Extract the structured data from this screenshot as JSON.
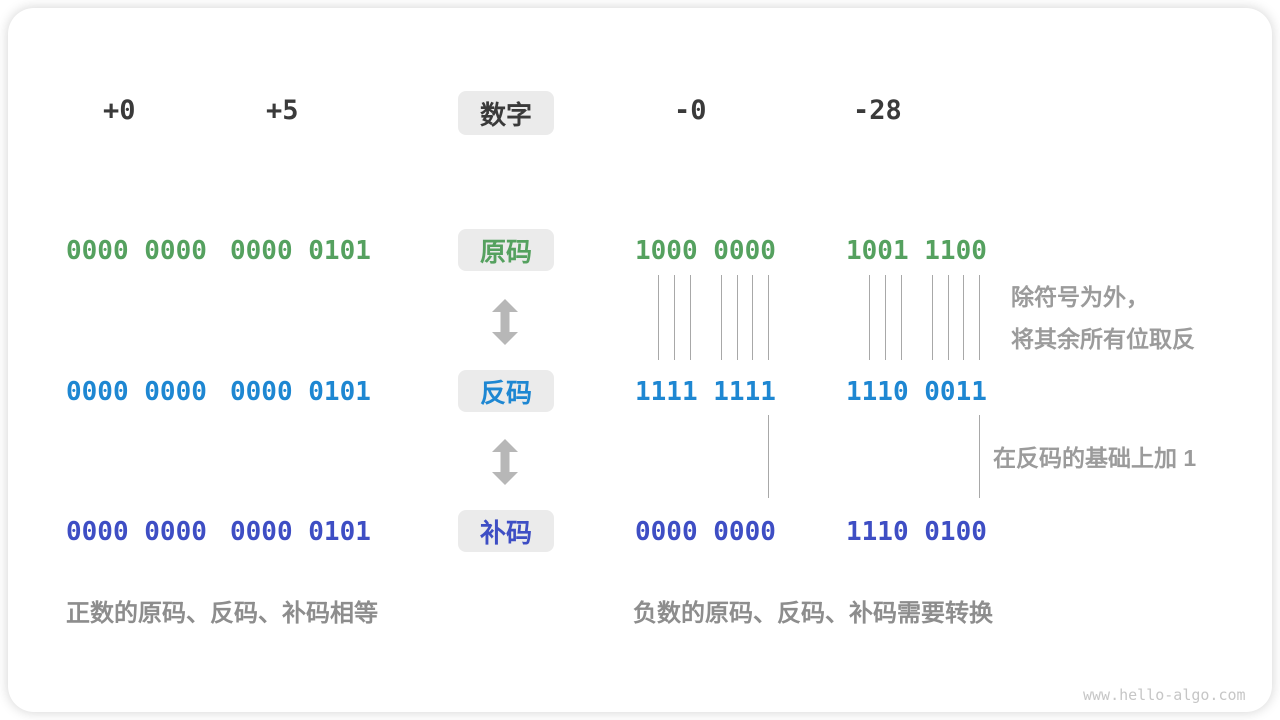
{
  "diagram_title_semantic": "sign-magnitude / ones-complement / twos-complement conversion diagram",
  "palette": {
    "sign_magnitude_green": "#55a15f",
    "ones_complement_blue": "#1e87d2",
    "twos_complement_indigo": "#3e4ec4",
    "annotation_gray": "#9b9b9b",
    "caption_gray": "#8d8d8d",
    "label_box_bg": "#ebebeb",
    "arrow_gray": "#b7b7b7",
    "tick_line_gray": "#a8a8a8",
    "watermark_gray": "#c6c6c6"
  },
  "labels": {
    "number": "数字",
    "sign_magnitude": "原码",
    "ones_complement": "反码",
    "twos_complement": "补码"
  },
  "columns": {
    "pos0": {
      "title": "+0",
      "sign": "0000 0000",
      "ones": "0000 0000",
      "twos": "0000 0000"
    },
    "pos5": {
      "title": "+5",
      "sign": "0000 0101",
      "ones": "0000 0101",
      "twos": "0000 0101"
    },
    "neg0": {
      "title": "-0",
      "sign": "1000 0000",
      "ones": "1111 1111",
      "twos": "0000 0000"
    },
    "neg28": {
      "title": "-28",
      "sign": "1001 1100",
      "ones": "1110 0011",
      "twos": "1110 0100"
    }
  },
  "annotations": {
    "flip_line1": "除符号为外，",
    "flip_line2": "将其余所有位取反",
    "add_one": "在反码的基础上加 1"
  },
  "captions": {
    "positive": "正数的原码、反码、补码相等",
    "negative": "负数的原码、反码、补码需要转换"
  },
  "watermark": "www.hello-algo.com",
  "bit_links": {
    "flip_bit_indices": [
      1,
      2,
      3,
      5,
      6,
      7,
      8
    ],
    "carry_bit_indices": [
      8
    ]
  }
}
